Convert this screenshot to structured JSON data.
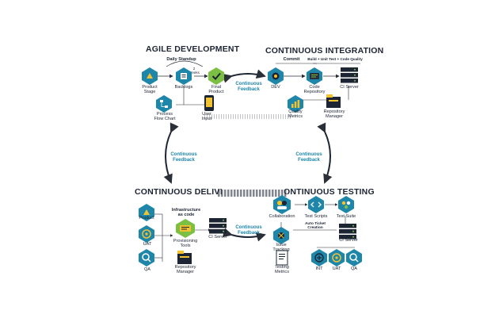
{
  "colors": {
    "teal": "#1e86a8",
    "navy": "#1d2433",
    "yellow": "#f2c230",
    "green": "#7bc043",
    "dark": "#2b2f38"
  },
  "sections": {
    "agile": "AGILE DEVELOPMENT",
    "ci": "CONTINUOUS INTEGRATION",
    "cd": "CONTINUOUS DELIVI",
    "ct": "ONTINUOUS TESTING"
  },
  "agile": {
    "standup": "Daily Standup",
    "weeks": "2\nWeeks",
    "product_stage": "Product\nStage",
    "backlogs": "Backlogs",
    "final_product": "Final\nProduct",
    "process_flow": "Process\nFlow Chart",
    "user_input": "User\nInput"
  },
  "ci": {
    "commit": "Commit",
    "build": "Build + Unit Test + Code Quality",
    "dev": "DEV",
    "code_repo": "Code\nRepository",
    "ci_server": "CI Server",
    "quality": "Quality\nMetrics",
    "repo_manager": "Repository\nManager"
  },
  "cd": {
    "product": "Product",
    "uat": "UAT",
    "qa": "QA",
    "iac": "Infrastructure\nas code",
    "provisioning": "Provisioning\nTools",
    "repo_manager": "Repository\nManager",
    "ci_server": "CI Server"
  },
  "ct": {
    "collaboration": "Collaboration",
    "test_scripts": "Test Scripts",
    "test_suite": "Test Suite",
    "auto_ticket": "Auto Ticket\nCreation",
    "issue_tracking": "Issue\nTracking",
    "ci_server": "CI Server",
    "testing_metrics": "Testing\nMetrics",
    "int": "INT",
    "uat": "UAT",
    "qa": "QA"
  },
  "feedback": {
    "top": "Continuous\nFeedback",
    "left": "Continuous\nFeedback",
    "right": "Continuous\nFeedback",
    "bottom": "Continuous\nFeedback"
  }
}
